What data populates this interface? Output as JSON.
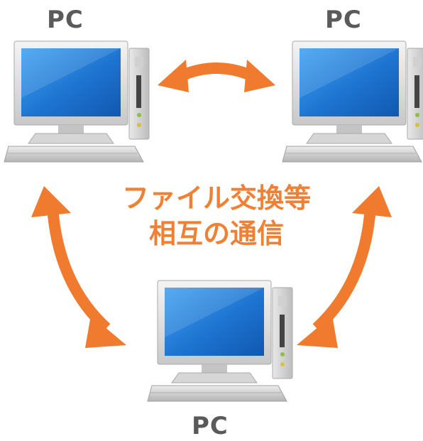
{
  "nodes": {
    "top_left_label": "PC",
    "top_right_label": "PC",
    "bottom_label": "PC"
  },
  "center_text": {
    "line1": "ファイル交換等",
    "line2": "相互の通信"
  },
  "colors": {
    "arrow": "#f07a2e",
    "text_orange": "#f08034",
    "label_gray": "#5a5a5a",
    "screen_blue": "#1e78d2"
  }
}
